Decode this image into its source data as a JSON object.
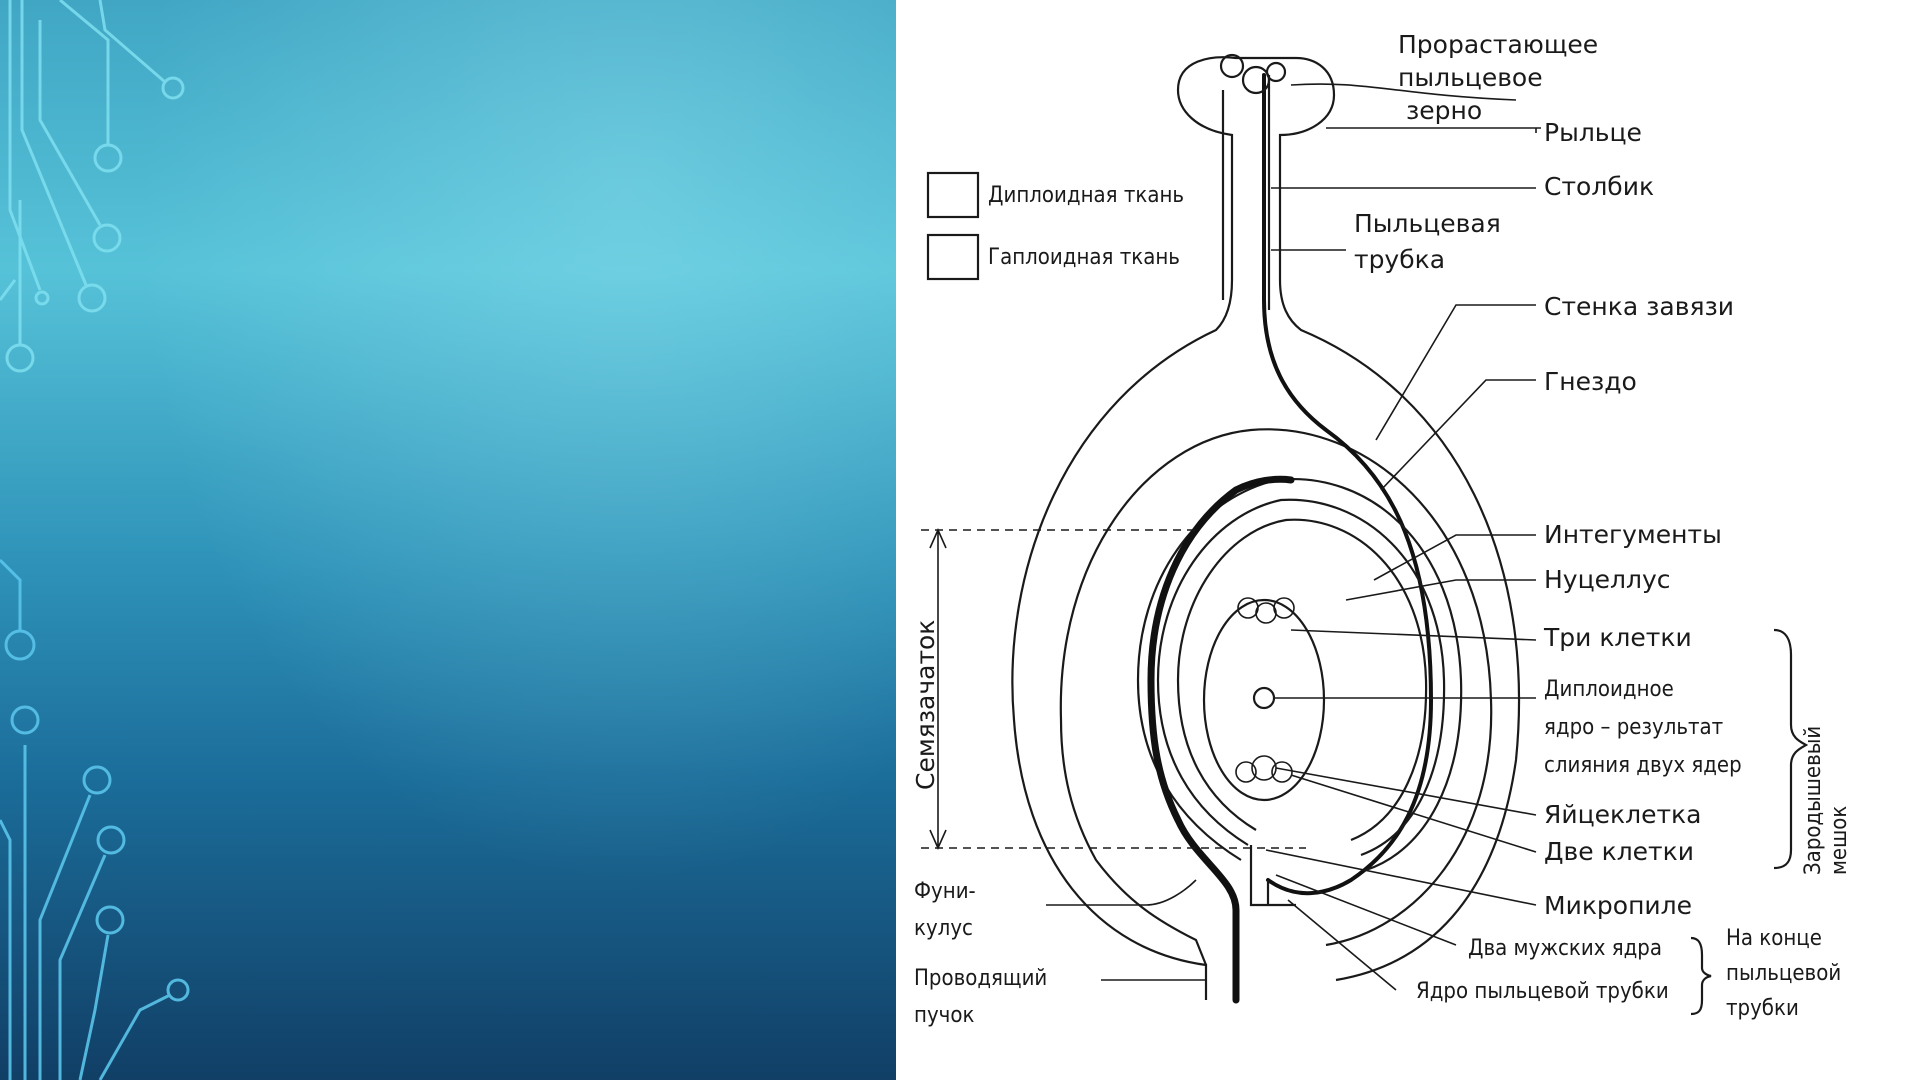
{
  "legend": {
    "diploid": "Диплоидная ткань",
    "haploid": "Гаплоидная ткань"
  },
  "labels": {
    "pollen_grain": [
      "Прорастающее",
      "пыльцевое",
      "зерно"
    ],
    "stigma": "Рыльце",
    "style": "Столбик",
    "pollen_tube": [
      "Пыльцевая",
      "трубка"
    ],
    "ovary_wall": "Стенка завязи",
    "locule": "Гнездо",
    "integuments": "Интегументы",
    "nucellus": "Нуцеллус",
    "three_cells": "Три клетки",
    "diploid_nucleus": [
      "Диплоидное",
      "ядро – результат",
      "слияния двух ядер"
    ],
    "egg_cell": "Яйцеклетка",
    "two_cells": "Две клетки",
    "micropyle": "Микропиле",
    "two_male_nuclei": "Два мужских ядра",
    "tube_nucleus": "Ядро пыльцевой трубки",
    "tube_end": [
      "На конце",
      "пыльцевой",
      "трубки"
    ],
    "embryo_sac": [
      "Зародышевый",
      "мешок"
    ],
    "ovule": "Семязачаток",
    "funiculus": [
      "Фуни-",
      "кулус"
    ],
    "vascular_bundle": [
      "Проводящий",
      "пучок"
    ]
  }
}
